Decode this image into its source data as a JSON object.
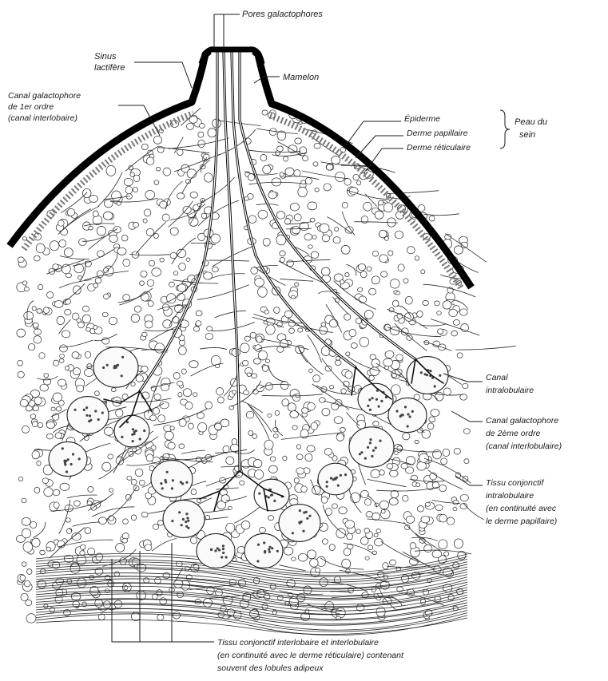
{
  "diagram": {
    "labels": {
      "pores": "Pores galactophores",
      "sinus": [
        "Sinus",
        "lactifère"
      ],
      "mamelon": "Mamelon",
      "canal1": [
        "Canal galactophore",
        "de 1er ordre",
        "(canal interlobaire)"
      ],
      "epiderme": "Épiderme",
      "derme_papillaire": "Derme papillaire",
      "derme_reticulaire": "Derme réticulaire",
      "peau": [
        "Peau du",
        "sein"
      ],
      "canal_intra": [
        "Canal",
        "intralobulaire"
      ],
      "canal2": [
        "Canal galactophore",
        "de 2ème ordre",
        "(canal interlobulaire)"
      ],
      "tissu_intra": [
        "Tissu conjonctif",
        "intralobulaire",
        "(en continuité avec",
        "le derme papillaire)"
      ],
      "tissu_inter": [
        "Tissu conjonctif interlobaire et interlobulaire",
        "(en continuité avec le derme réticulaire) contenant",
        "souvent des lobules adipeux"
      ]
    }
  }
}
